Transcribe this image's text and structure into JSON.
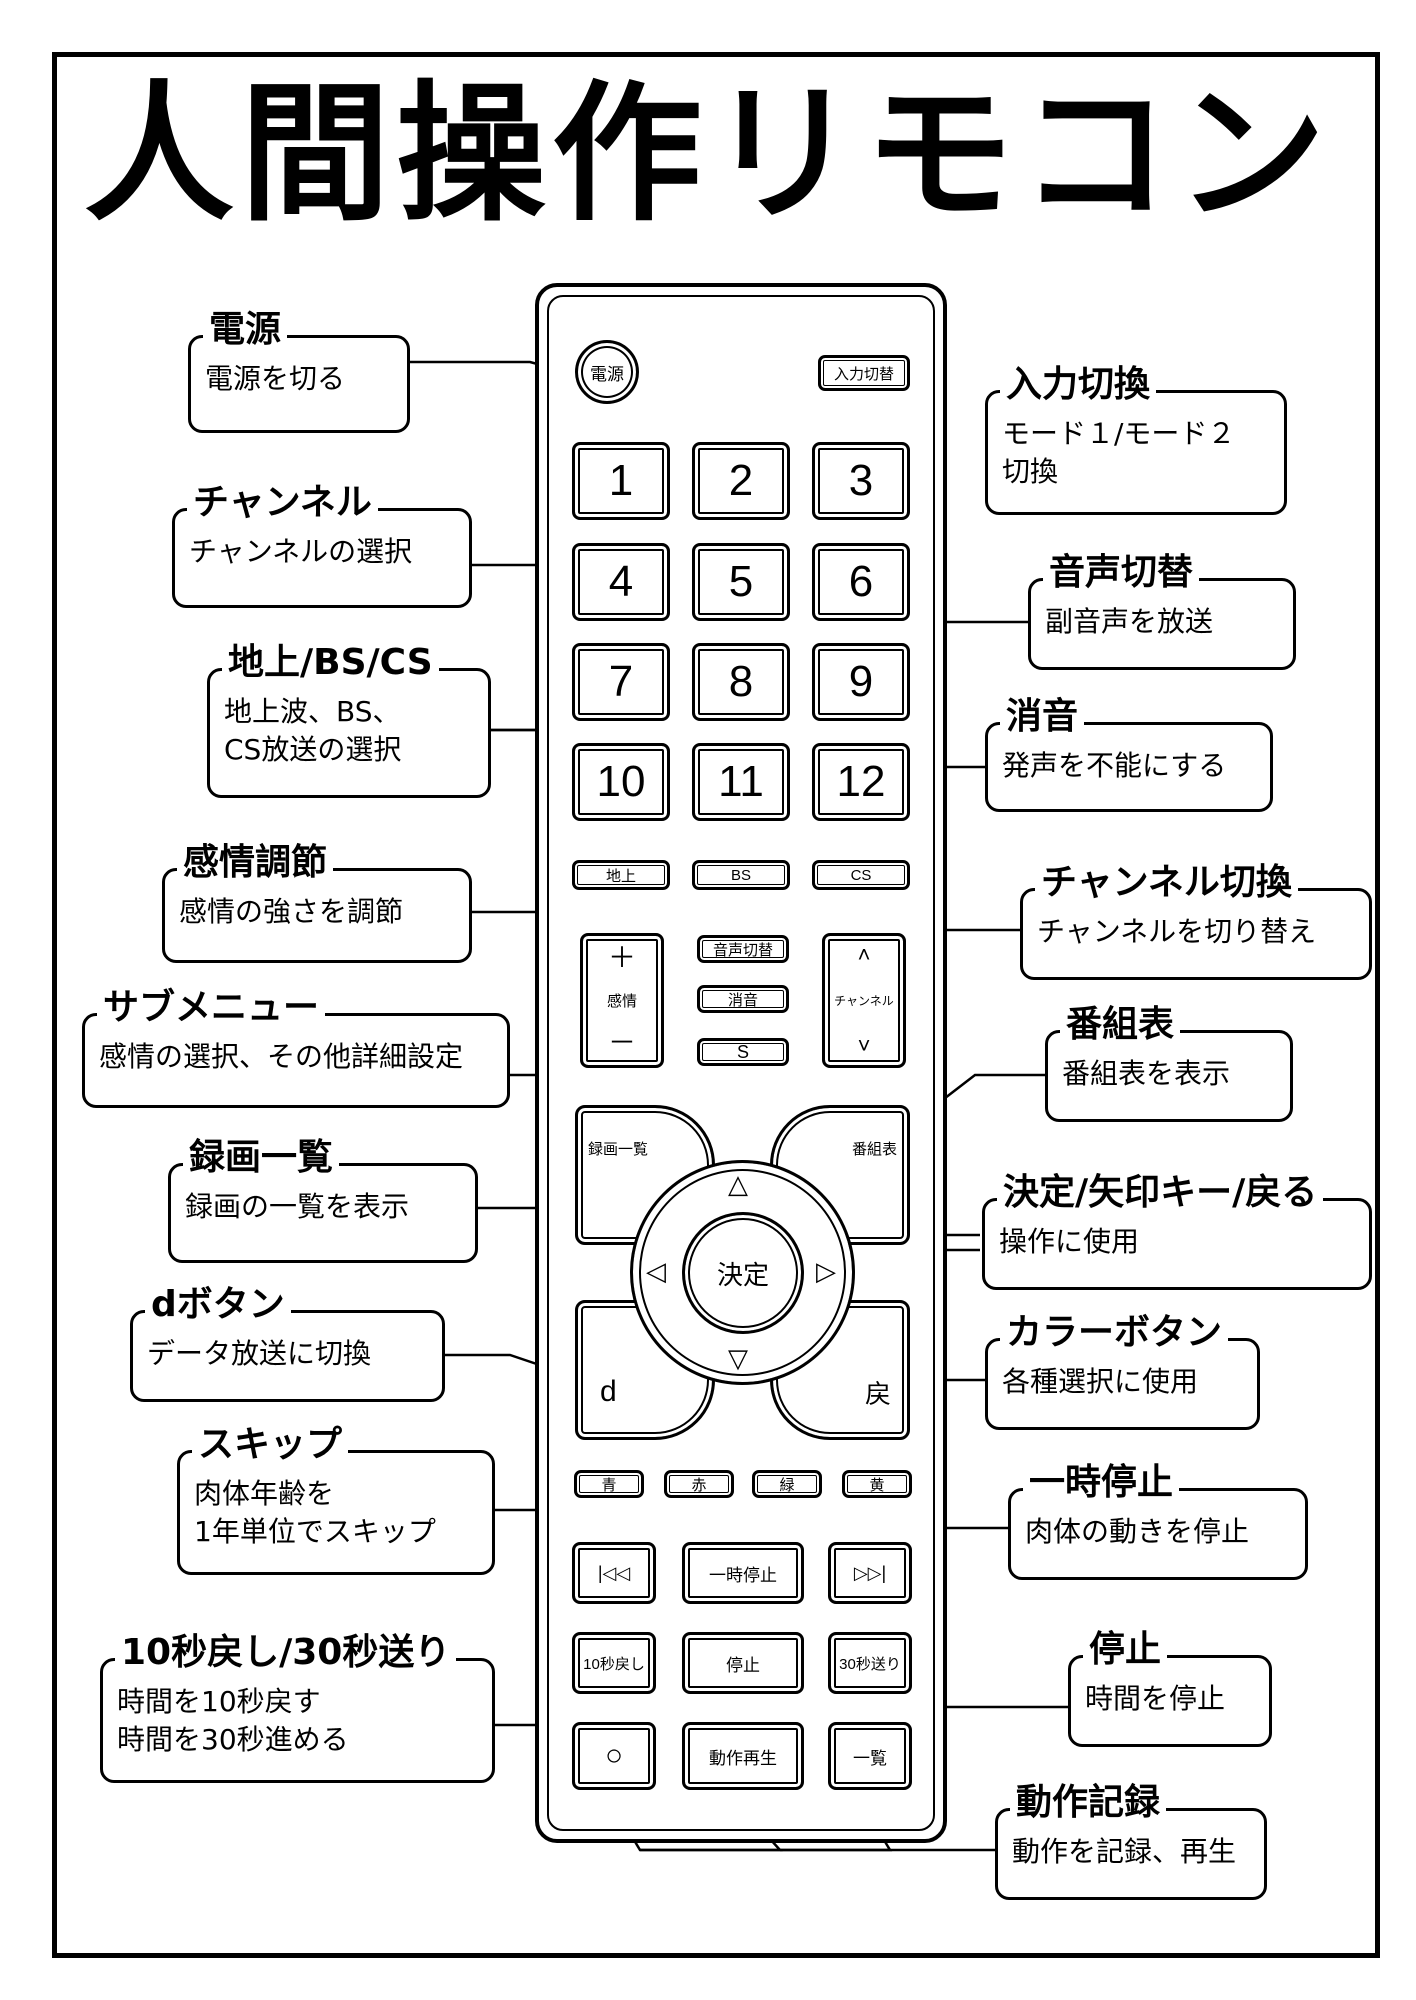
{
  "title": "人間操作リモコン",
  "remote": {
    "power": "電源",
    "input": "入力切替",
    "numbers": [
      "1",
      "2",
      "3",
      "4",
      "5",
      "6",
      "7",
      "8",
      "9",
      "10",
      "11",
      "12"
    ],
    "chijo": "地上",
    "bs": "BS",
    "cs": "CS",
    "audio": "音声切替",
    "mute": "消音",
    "sub": "S",
    "emotion_plus": "＋",
    "emotion": "感情",
    "emotion_minus": "－",
    "channel_up": "˄",
    "channel": "チャンネル",
    "channel_down": "˅",
    "rec_list": "録画一覧",
    "guide": "番組表",
    "up": "△",
    "down": "▽",
    "left": "◁",
    "right": "▷",
    "enter": "決定",
    "d": "d",
    "back": "戻",
    "blue": "青",
    "red": "赤",
    "green": "緑",
    "yellow": "黄",
    "skip_back": "|◁◁",
    "pause": "一時停止",
    "skip_fwd": "▷▷|",
    "back10": "10秒戻し",
    "stop": "停止",
    "fwd30": "30秒送り",
    "rec": "○",
    "play": "動作再生",
    "list": "一覧"
  },
  "callouts": {
    "power": {
      "head": "電源",
      "body": "電源を切る"
    },
    "input": {
      "head": "入力切換",
      "body": "モード１/モード２\n切換"
    },
    "channel": {
      "head": "チャンネル",
      "body": "チャンネルの選択"
    },
    "audio": {
      "head": "音声切替",
      "body": "副音声を放送"
    },
    "broadcast": {
      "head": "地上/BS/CS",
      "body": "地上波、BS、\nCS放送の選択"
    },
    "mute": {
      "head": "消音",
      "body": "発声を不能にする"
    },
    "emotion": {
      "head": "感情調節",
      "body": "感情の強さを調節"
    },
    "channel_switch": {
      "head": "チャンネル切換",
      "body": "チャンネルを切り替え"
    },
    "submenu": {
      "head": "サブメニュー",
      "body": "感情の選択、その他詳細設定"
    },
    "guide": {
      "head": "番組表",
      "body": "番組表を表示"
    },
    "rec_list": {
      "head": "録画一覧",
      "body": "録画の一覧を表示"
    },
    "enter": {
      "head": "決定/矢印キー/戻る",
      "body": "操作に使用"
    },
    "d": {
      "head": "dボタン",
      "body": "データ放送に切換"
    },
    "color": {
      "head": "カラーボタン",
      "body": "各種選択に使用"
    },
    "skip": {
      "head": "スキップ",
      "body": "肉体年齢を\n1年単位でスキップ"
    },
    "pause": {
      "head": "一時停止",
      "body": "肉体の動きを停止"
    },
    "seek": {
      "head": "10秒戻し/30秒送り",
      "body": "時間を10秒戻す\n時間を30秒進める"
    },
    "stop": {
      "head": "停止",
      "body": "時間を停止"
    },
    "record": {
      "head": "動作記録",
      "body": "動作を記録、再生"
    }
  }
}
